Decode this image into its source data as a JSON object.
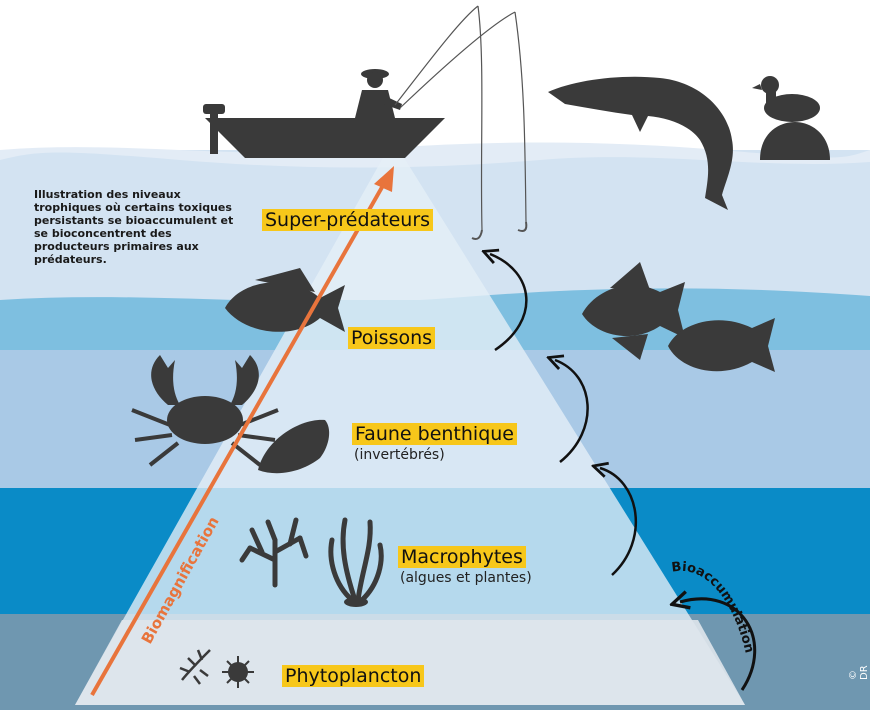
{
  "caption": "Illustration des niveaux trophiques où certains toxiques persistants se bioaccumulent et se bioconcentrent des producteurs primaires aux prédateurs.",
  "levels": {
    "super_predateurs": {
      "title": "Super-prédateurs"
    },
    "poissons": {
      "title": "Poissons"
    },
    "faune_benthique": {
      "title": "Faune benthique",
      "subtitle": "(invertébrés)"
    },
    "macrophytes": {
      "title": "Macrophytes",
      "subtitle": "(algues et plantes)"
    },
    "phytoplancton": {
      "title": "Phytoplancton"
    }
  },
  "arrows": {
    "biomagnification": "Biomagnification",
    "bioaccumulation": "Bioaccumulation"
  },
  "credit": "© DR",
  "colors": {
    "sky": "#ffffff",
    "band1": "#d3e3f2",
    "band2": "#7ebfe0",
    "band3": "#a9c9e6",
    "band4": "#0a8bc7",
    "band5": "#6f97b0",
    "pyramid": "#e6eff7",
    "label_bg": "#f7c71a",
    "biomag_arrow": "#e8743c",
    "silhouette": "#3a3a3a"
  }
}
